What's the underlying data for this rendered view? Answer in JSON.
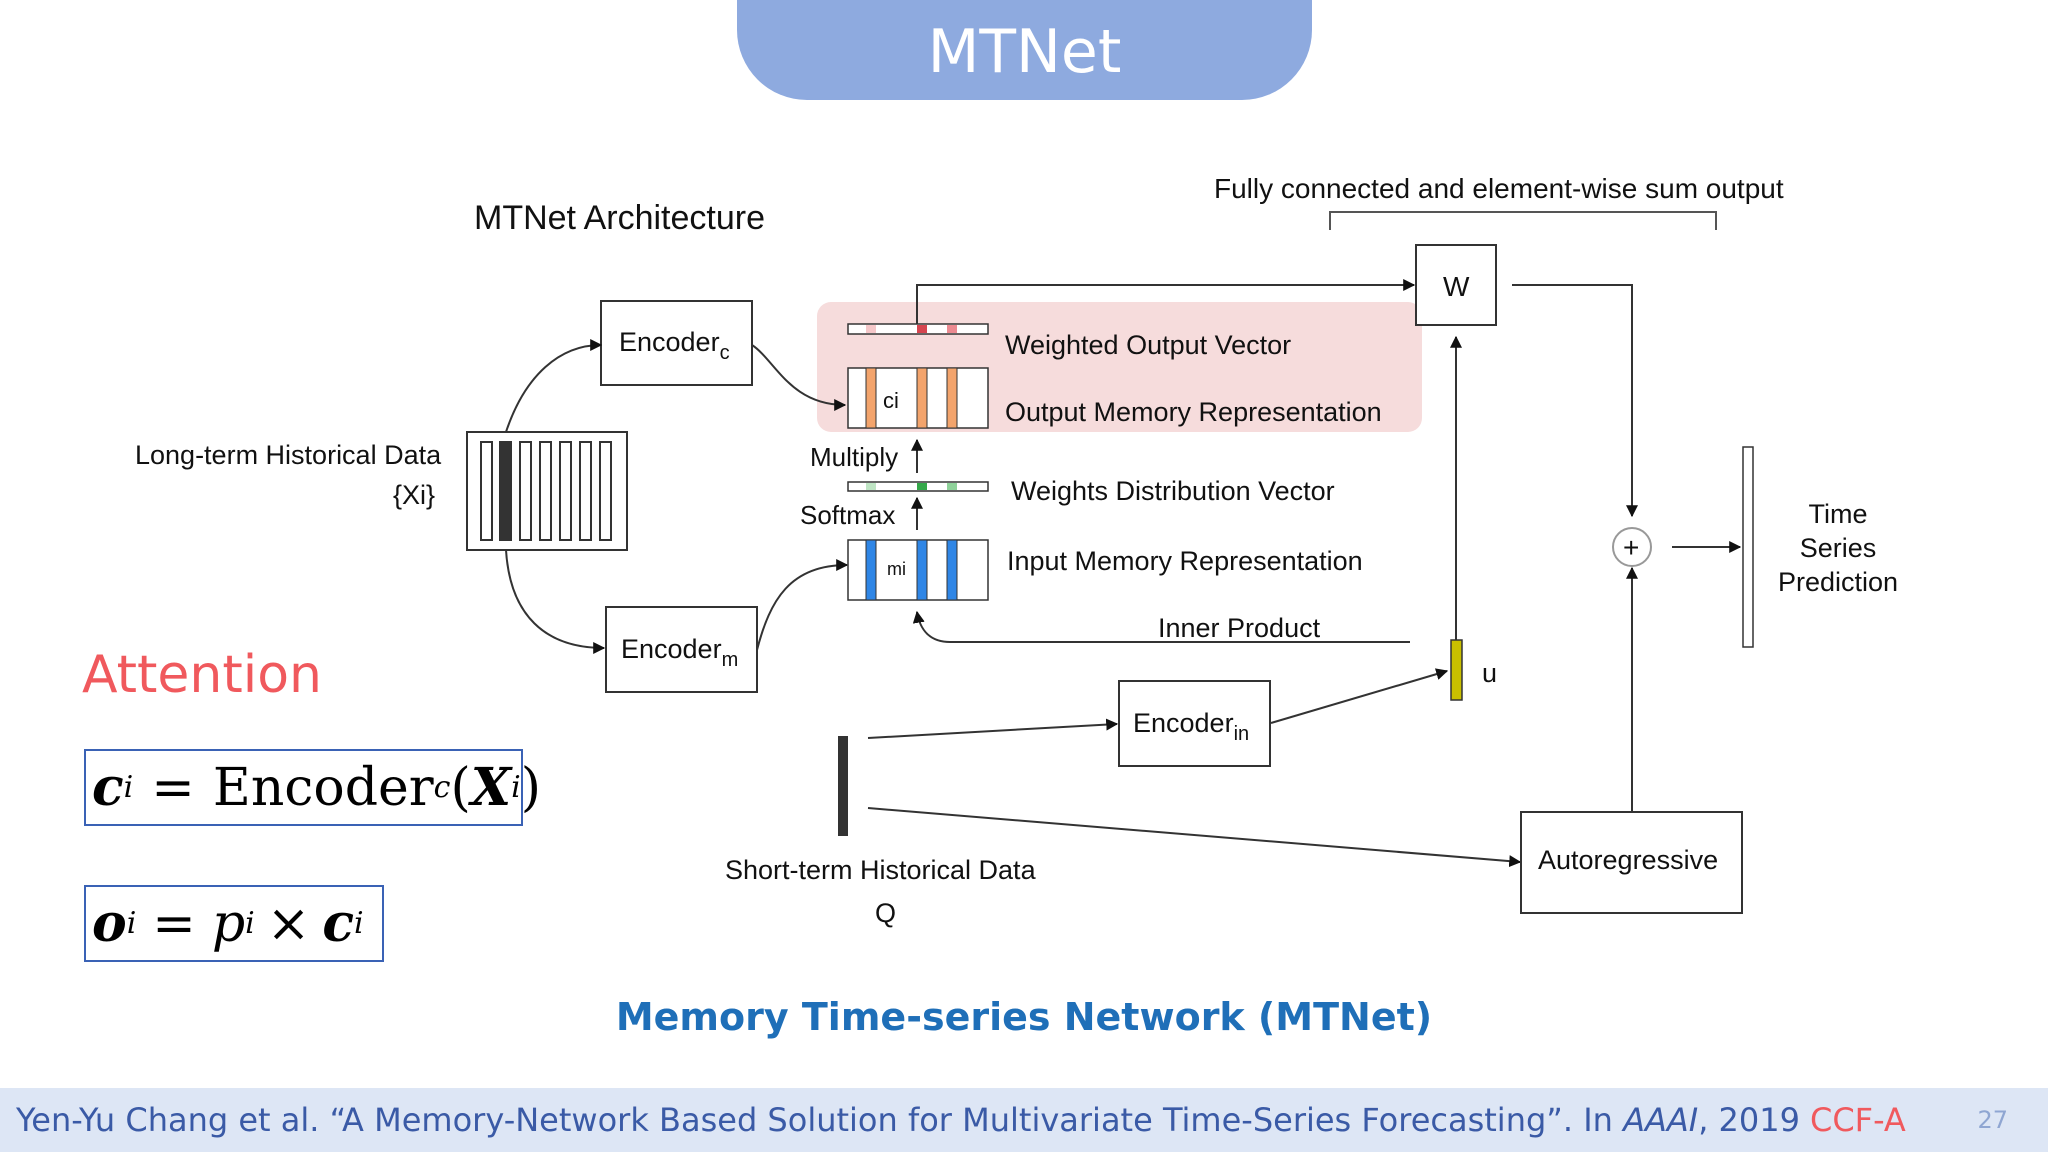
{
  "slide": {
    "title": "MTNet",
    "page_number": "27"
  },
  "diagram": {
    "heading": "MTNet Architecture",
    "fc_label": "Fully connected and element-wise sum output",
    "long_term_label": "Long-term Historical Data",
    "long_term_symbol": "{Xi}",
    "encoder_c": "Encoder",
    "encoder_c_sub": "c",
    "encoder_m": "Encoder",
    "encoder_m_sub": "m",
    "encoder_in": "Encoder",
    "encoder_in_sub": "in",
    "w_label": "W",
    "weighted_output": "Weighted Output Vector",
    "output_memory": "Output Memory Representation",
    "multiply": "Multiply",
    "softmax": "Softmax",
    "weights_distribution": "Weights Distribution Vector",
    "input_memory": "Input Memory Representation",
    "inner_product": "Inner Product",
    "u_label": "u",
    "ci_label": "ci",
    "mi_label": "mi",
    "plus": "+",
    "prediction_line1": "Time",
    "prediction_line2": "Series",
    "prediction_line3": "Prediction",
    "short_term_label": "Short-term Historical Data",
    "short_term_symbol": "Q",
    "autoregressive": "Autoregressive",
    "colors": {
      "attention_highlight": "#f6dcdc",
      "orange_bar": "#f3a46c",
      "blue_bar": "#2f86e6",
      "green_bar": "#35a84a",
      "red_cell": "#d64550",
      "u_bar": "#c9c000"
    }
  },
  "attention": {
    "label": "Attention"
  },
  "formulas": {
    "f1": {
      "lhs": "c",
      "lhs_sub": "i",
      "eq": "=",
      "func": "Encoder",
      "func_sub": "c",
      "arg": "X",
      "arg_sub": "i"
    },
    "f2": {
      "lhs": "o",
      "lhs_sub": "i",
      "eq": "=",
      "p": "p",
      "p_sub": "i",
      "times": "×",
      "c": "c",
      "c_sub": "i"
    }
  },
  "caption": "Memory Time-series Network (MTNet)",
  "footer": {
    "citation_text": "Yen-Yu Chang et al. “A Memory-Network Based Solution for Multivariate Time-Series Forecasting”. In ",
    "venue": "AAAI",
    "year": ", 2019",
    "rank": "CCF-A"
  }
}
